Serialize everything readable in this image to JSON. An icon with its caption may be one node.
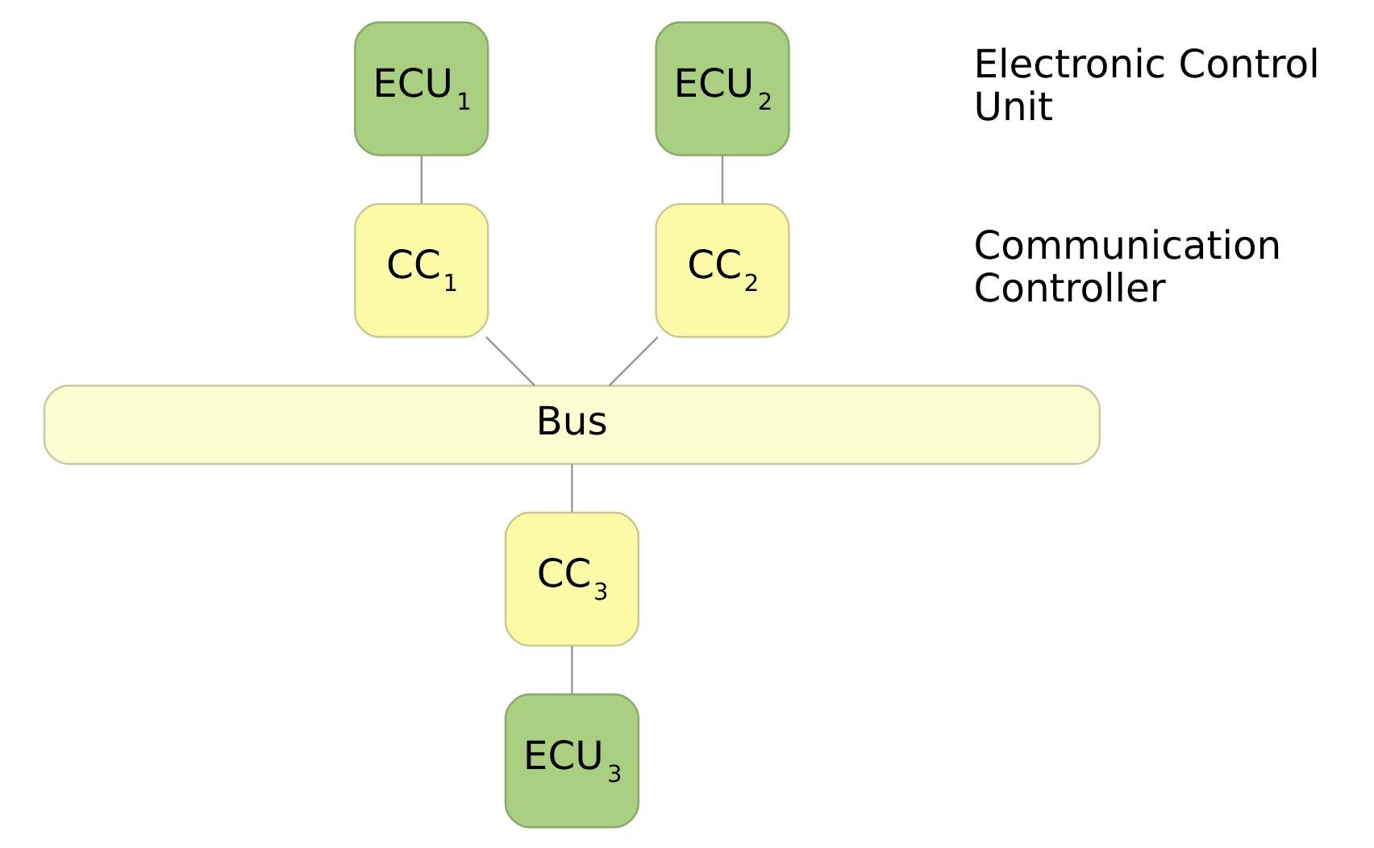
{
  "diagram": {
    "nodes": [
      {
        "text": [
          "ECU$_{1}$"
        ]
      },
      {
        "text": [
          "ECU$_{2}$"
        ]
      },
      {
        "text": [
          "CC$_{1}$"
        ]
      },
      {
        "text": [
          "CC$_{2}$"
        ]
      },
      {
        "text": [
          "Bus"
        ]
      },
      {
        "text": [
          "CC$_{3}$"
        ]
      },
      {
        "text": [
          "ECU$_{3}$"
        ]
      }
    ],
    "edges": [
      {
        "from": 0,
        "to": 2,
        "arrow": "none"
      },
      {
        "from": 1,
        "to": 3,
        "arrow": "none"
      },
      {
        "from": 2,
        "to": 4,
        "arrow": "none"
      },
      {
        "from": 3,
        "to": 4,
        "arrow": "none"
      },
      {
        "from": 4,
        "to": 5,
        "arrow": "none"
      },
      {
        "from": 5,
        "to": 6,
        "arrow": "none"
      }
    ],
    "labels": [
      "Electronic Control Unit",
      "Communication Controller"
    ]
  }
}
